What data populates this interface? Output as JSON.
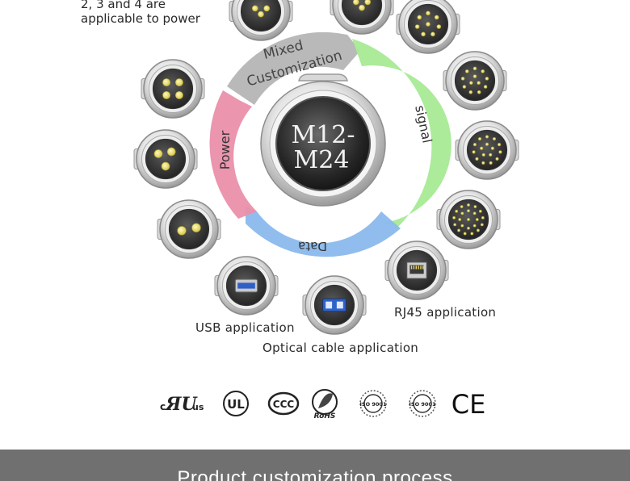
{
  "note": {
    "line1": "2, 3 and 4 are",
    "line2": "applicable to power"
  },
  "center": {
    "line1": "M12-",
    "line2": "M24"
  },
  "ring_segments": {
    "mixed_line1": "Mixed",
    "mixed_line2": "Customization",
    "signal": "signal",
    "data": "Data",
    "power": "Power"
  },
  "applications": {
    "usb": "USB application",
    "optical": "Optical cable application",
    "rj45": "RJ45 application"
  },
  "certifications": {
    "ul_recognized": "us",
    "ul": "UL",
    "ccc": "CCC",
    "rohs": "RoHS",
    "iso_a": "ISO 9001",
    "iso_b": "ISO 9001",
    "ce": "CE"
  },
  "footer": {
    "title": "Product customization process"
  },
  "colors": {
    "mixed": "#a9a9a9",
    "signal": "#9be38a",
    "data": "#7fb0e6",
    "power": "#e58aa6",
    "band": "#707070"
  }
}
